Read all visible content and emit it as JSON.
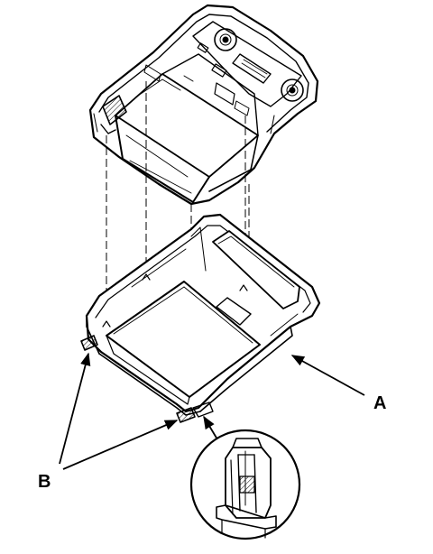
{
  "callouts": {
    "a": "A",
    "b": "B"
  },
  "colors": {
    "ink": "#000000",
    "paper": "#ffffff",
    "shade": "#9a9a9a"
  },
  "icons": [
    "assembly-exploded-view",
    "retaining-clip-detail"
  ]
}
